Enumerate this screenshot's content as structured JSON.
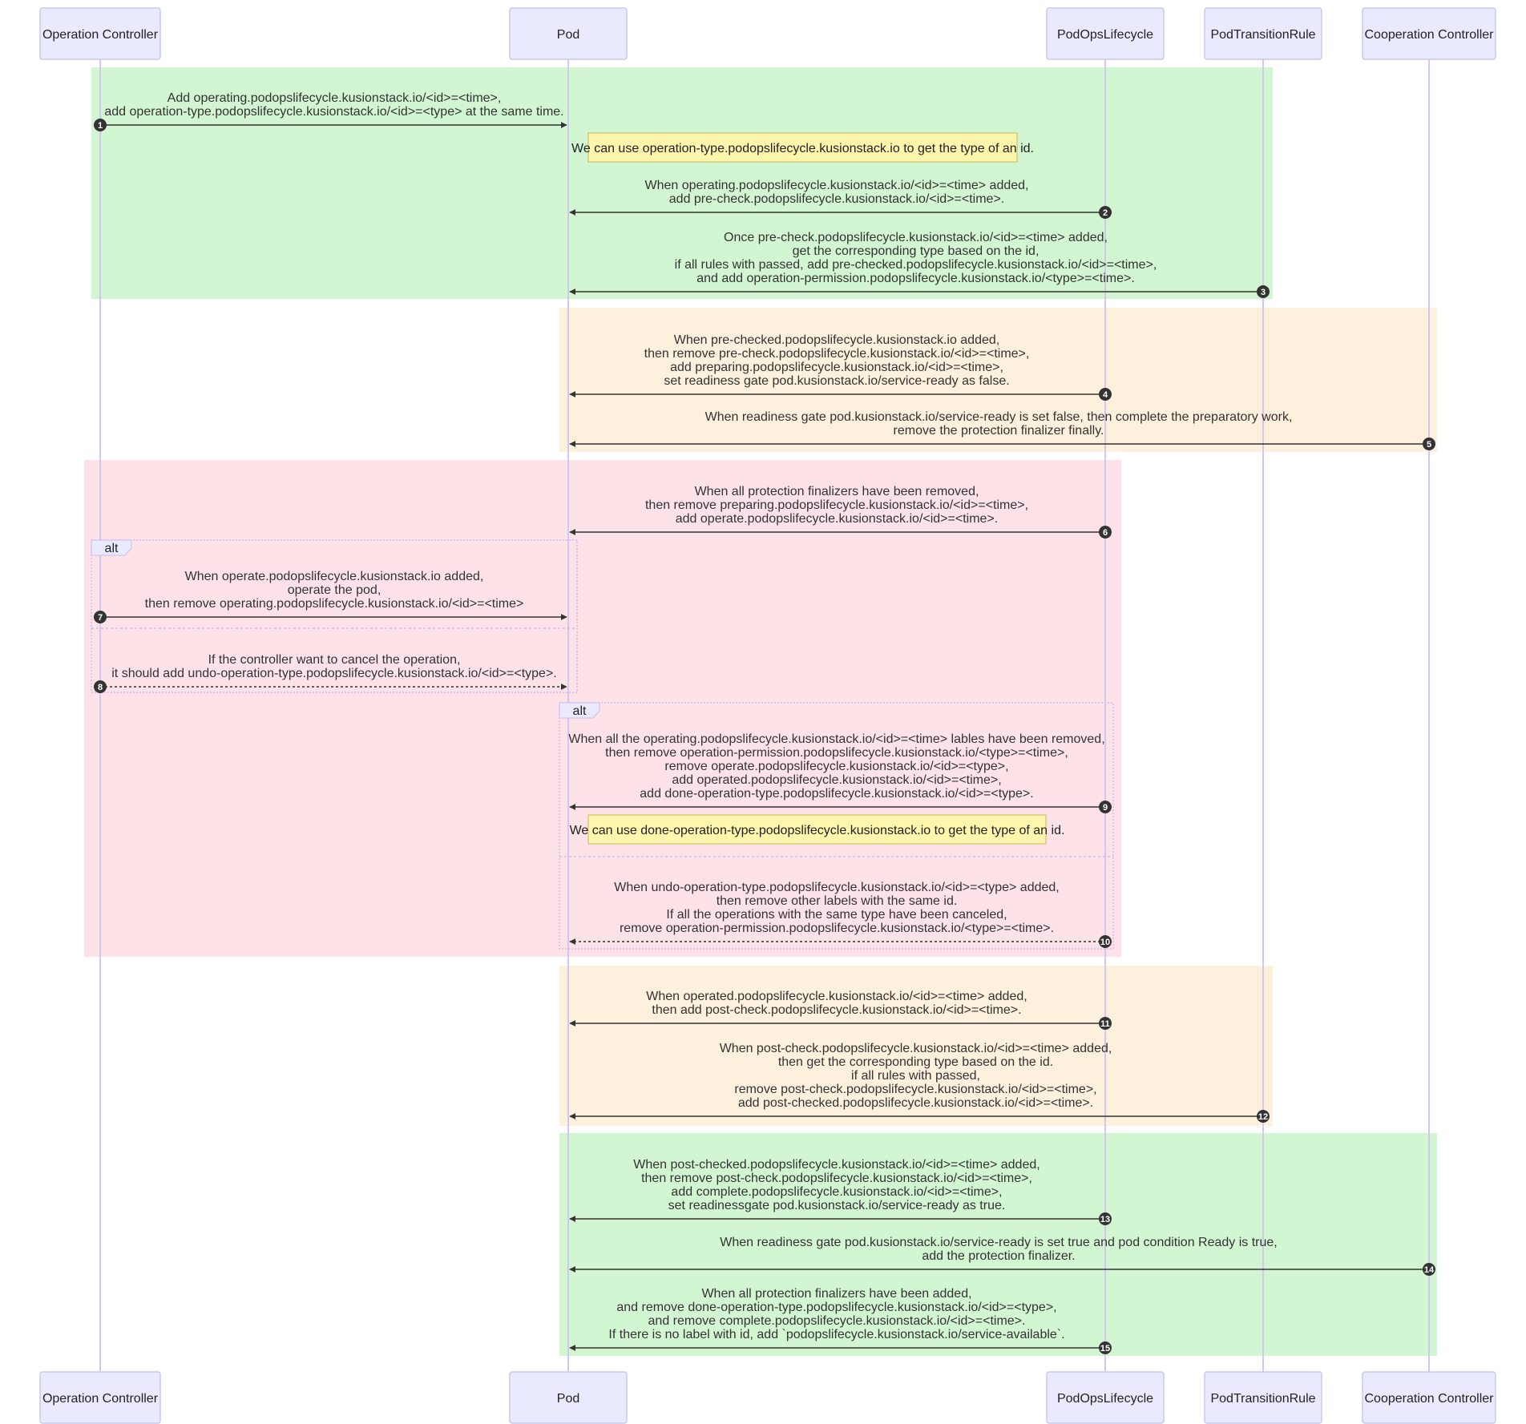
{
  "diagram": {
    "type": "sequence",
    "actors": [
      {
        "id": "oc",
        "label": "Operation Controller"
      },
      {
        "id": "pod",
        "label": "Pod"
      },
      {
        "id": "pol",
        "label": "PodOpsLifecycle"
      },
      {
        "id": "ptr",
        "label": "PodTransitionRule"
      },
      {
        "id": "cc",
        "label": "Cooperation Controller"
      }
    ],
    "colors": {
      "green": "#d2f5d2",
      "orange": "#fdf0dc",
      "pink": "#fde3e8",
      "actor_fill": "#eaeaff",
      "lifeline": "#d3c6ef",
      "note_fill": "#fff5ad"
    },
    "regions": [
      {
        "color": "green"
      },
      {
        "color": "orange"
      },
      {
        "color": "pink"
      },
      {
        "color": "orange"
      },
      {
        "color": "green"
      }
    ],
    "alt_label": "alt",
    "messages": [
      {
        "num": "1",
        "from": "oc",
        "to": "pod",
        "style": "solid",
        "lines": [
          "Add operating.podopslifecycle.kusionstack.io/<id>=<time>,",
          "add operation-type.podopslifecycle.kusionstack.io/<id>=<type> at the same time."
        ]
      },
      {
        "num": "2",
        "from": "pol",
        "to": "pod",
        "style": "solid",
        "lines": [
          "When operating.podopslifecycle.kusionstack.io/<id>=<time> added,",
          "add pre-check.podopslifecycle.kusionstack.io/<id>=<time>."
        ]
      },
      {
        "num": "3",
        "from": "ptr",
        "to": "pod",
        "style": "solid",
        "lines": [
          "Once pre-check.podopslifecycle.kusionstack.io/<id>=<time> added,",
          "get the corresponding type based on the id,",
          "if all rules with passed, add pre-checked.podopslifecycle.kusionstack.io/<id>=<time>,",
          "and add operation-permission.podopslifecycle.kusionstack.io/<type>=<time>."
        ]
      },
      {
        "num": "4",
        "from": "pol",
        "to": "pod",
        "style": "solid",
        "lines": [
          "When pre-checked.podopslifecycle.kusionstack.io added,",
          "then remove pre-check.podopslifecycle.kusionstack.io/<id>=<time>,",
          "add preparing.podopslifecycle.kusionstack.io/<id>=<time>,",
          "set readiness gate pod.kusionstack.io/service-ready as false."
        ]
      },
      {
        "num": "5",
        "from": "cc",
        "to": "pod",
        "style": "solid",
        "lines": [
          "When readiness gate pod.kusionstack.io/service-ready is set false, then complete the preparatory work,",
          "remove the protection finalizer finally."
        ]
      },
      {
        "num": "6",
        "from": "pol",
        "to": "pod",
        "style": "solid",
        "lines": [
          "When all protection finalizers have been removed,",
          "then remove preparing.podopslifecycle.kusionstack.io/<id>=<time>,",
          "add operate.podopslifecycle.kusionstack.io/<id>=<time>."
        ]
      },
      {
        "num": "7",
        "from": "oc",
        "to": "pod",
        "style": "solid",
        "lines": [
          "When operate.podopslifecycle.kusionstack.io added,",
          "operate the pod,",
          "then remove operating.podopslifecycle.kusionstack.io/<id>=<time>"
        ]
      },
      {
        "num": "8",
        "from": "oc",
        "to": "pod",
        "style": "dotted",
        "lines": [
          "If the controller want to cancel the operation,",
          "it should add undo-operation-type.podopslifecycle.kusionstack.io/<id>=<type>."
        ]
      },
      {
        "num": "9",
        "from": "pol",
        "to": "pod",
        "style": "solid",
        "lines": [
          "When all the operating.podopslifecycle.kusionstack.io/<id>=<time> lables have been removed,",
          "then remove operation-permission.podopslifecycle.kusionstack.io/<type>=<time>,",
          "remove operate.podopslifecycle.kusionstack.io/<id>=<type>,",
          "add operated.podopslifecycle.kusionstack.io/<id>=<time>,",
          "add done-operation-type.podopslifecycle.kusionstack.io/<id>=<type>."
        ]
      },
      {
        "num": "10",
        "from": "pol",
        "to": "pod",
        "style": "dotted",
        "lines": [
          "When undo-operation-type.podopslifecycle.kusionstack.io/<id>=<type> added,",
          "then remove other labels with the same id.",
          "If all the operations with the same type have been canceled,",
          "remove operation-permission.podopslifecycle.kusionstack.io/<type>=<time>."
        ]
      },
      {
        "num": "11",
        "from": "pol",
        "to": "pod",
        "style": "solid",
        "lines": [
          "When operated.podopslifecycle.kusionstack.io/<id>=<time> added,",
          "then add post-check.podopslifecycle.kusionstack.io/<id>=<time>."
        ]
      },
      {
        "num": "12",
        "from": "ptr",
        "to": "pod",
        "style": "solid",
        "lines": [
          "When post-check.podopslifecycle.kusionstack.io/<id>=<time> added,",
          "then get the corresponding type based on the id.",
          "if all rules with passed,",
          "remove post-check.podopslifecycle.kusionstack.io/<id>=<time>,",
          "add post-checked.podopslifecycle.kusionstack.io/<id>=<time>."
        ]
      },
      {
        "num": "13",
        "from": "pol",
        "to": "pod",
        "style": "solid",
        "lines": [
          "When post-checked.podopslifecycle.kusionstack.io/<id>=<time> added,",
          "then remove post-check.podopslifecycle.kusionstack.io/<id>=<time>,",
          "add complete.podopslifecycle.kusionstack.io/<id>=<time>,",
          "set readinessgate pod.kusionstack.io/service-ready as true."
        ]
      },
      {
        "num": "14",
        "from": "cc",
        "to": "pod",
        "style": "solid",
        "lines": [
          "When readiness gate pod.kusionstack.io/service-ready is set true and pod condition Ready is true,",
          "add the protection finalizer."
        ]
      },
      {
        "num": "15",
        "from": "pol",
        "to": "pod",
        "style": "solid",
        "lines": [
          "When all protection finalizers have been added,",
          "and remove done-operation-type.podopslifecycle.kusionstack.io/<id>=<type>,",
          "and remove complete.podopslifecycle.kusionstack.io/<id>=<time>.",
          "If there is no label with id, add `podopslifecycle.kusionstack.io/service-available`."
        ]
      }
    ],
    "notes": [
      {
        "text": "We can use operation-type.podopslifecycle.kusionstack.io to get the type of an id."
      },
      {
        "text": "We can use done-operation-type.podopslifecycle.kusionstack.io to get the type of an id."
      }
    ]
  }
}
